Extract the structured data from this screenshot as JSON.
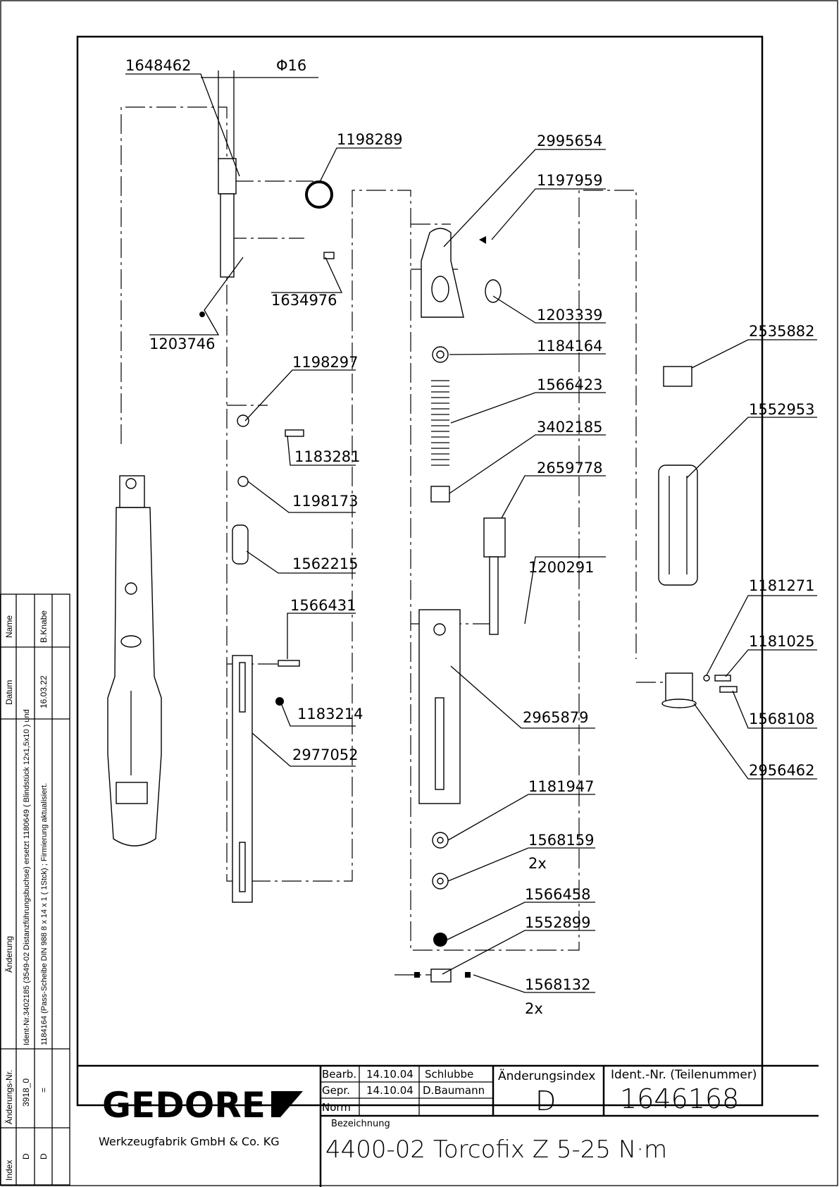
{
  "drawing": {
    "parts": {
      "p1648462": "1648462",
      "phi16": "Φ16",
      "p1198289": "1198289",
      "p2995654": "2995654",
      "p1197959": "1197959",
      "p1634976": "1634976",
      "p1203746": "1203746",
      "p1203339": "1203339",
      "p1184164": "1184164",
      "p1566423": "1566423",
      "p3402185": "3402185",
      "p2659778": "2659778",
      "p1200291": "1200291",
      "p1198297": "1198297",
      "p1183281": "1183281",
      "p1198173": "1198173",
      "p1562215": "1562215",
      "p1566431": "1566431",
      "p1183214": "1183214",
      "p2977052": "2977052",
      "p2965879": "2965879",
      "p1181947": "1181947",
      "p1568159": "1568159",
      "q1568159": "2x",
      "p1566458": "1566458",
      "p1552899": "1552899",
      "p1568132": "1568132",
      "q1568132": "2x",
      "p2535882": "2535882",
      "p1552953": "1552953",
      "p1181271": "1181271",
      "p1181025": "1181025",
      "p1568108": "1568108",
      "p2956462": "2956462"
    }
  },
  "title_block": {
    "logo": "GEDORE",
    "company": "Werkzeugfabrik GmbH & Co. KG",
    "bearb_label": "Bearb.",
    "bearb_date": "14.10.04",
    "bearb_name": "Schlubbe",
    "gepr_label": "Gepr.",
    "gepr_date": "14.10.04",
    "gepr_name": "D.Baumann",
    "norm_label": "Norm",
    "index_label": "Änderungsindex",
    "index_value": "D",
    "ident_label": "Ident.-Nr.  (Teilenummer)",
    "ident_value": "1646168",
    "bezeichnung_label": "Bezeichnung",
    "bezeichnung_value": "4400-02 Torcofix Z 5-25 N·m"
  },
  "revision_table": {
    "headers": {
      "index": "Index",
      "nr": "Änderungs-Nr.",
      "change": "Änderung",
      "date": "Datum",
      "name": "Name"
    },
    "rows": [
      {
        "index": "D",
        "nr": "3918_0",
        "change": "Ident-Nr.3402185 (3549-02 Distanzführungsbuchse) ersetzt 1180649 ( Blindstück 12x1,5x10 ) und",
        "date": "",
        "name": ""
      },
      {
        "index": "D",
        "nr": "=",
        "change": "1184164 (Pass-Scheibe DIN 988 8 x 14 x 1 ( 1Stck) ; Firmierung aktualisiert.",
        "date": "16.03.22",
        "name": "B.Knabe"
      }
    ]
  }
}
